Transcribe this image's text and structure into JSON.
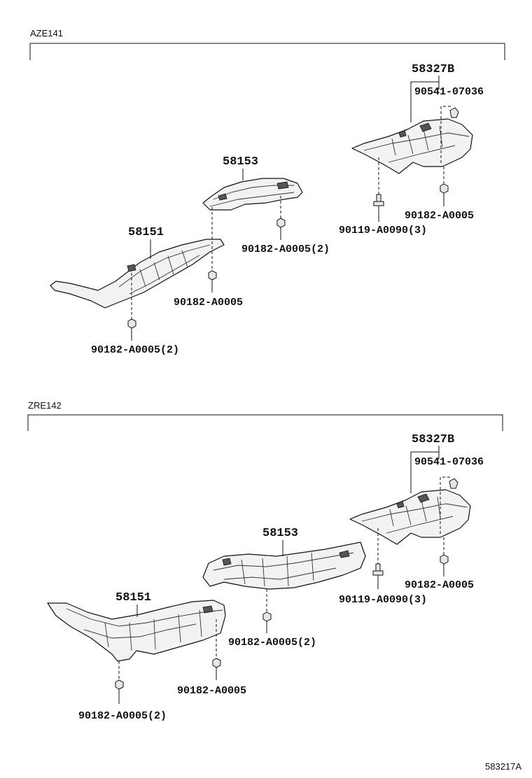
{
  "sections": [
    {
      "label": "AZE141",
      "parts": {
        "part_58327b": "58327B",
        "part_90541": "90541-07036",
        "part_58153": "58153",
        "part_90182_r": "90182-A0005",
        "part_90119": "90119-A0090(3)",
        "part_90182_58153": "90182-A0005(2)",
        "part_58151": "58151",
        "part_90182_mid": "90182-A0005",
        "part_90182_left": "90182-A0005(2)"
      }
    },
    {
      "label": "ZRE142",
      "parts": {
        "part_58327b": "58327B",
        "part_90541": "90541-07036",
        "part_58153": "58153",
        "part_90182_r": "90182-A0005",
        "part_90119": "90119-A0090(3)",
        "part_90182_58153": "90182-A0005(2)",
        "part_58151": "58151",
        "part_90182_mid": "90182-A0005",
        "part_90182_left": "90182-A0005(2)"
      }
    }
  ],
  "figure_ref": "583217A"
}
